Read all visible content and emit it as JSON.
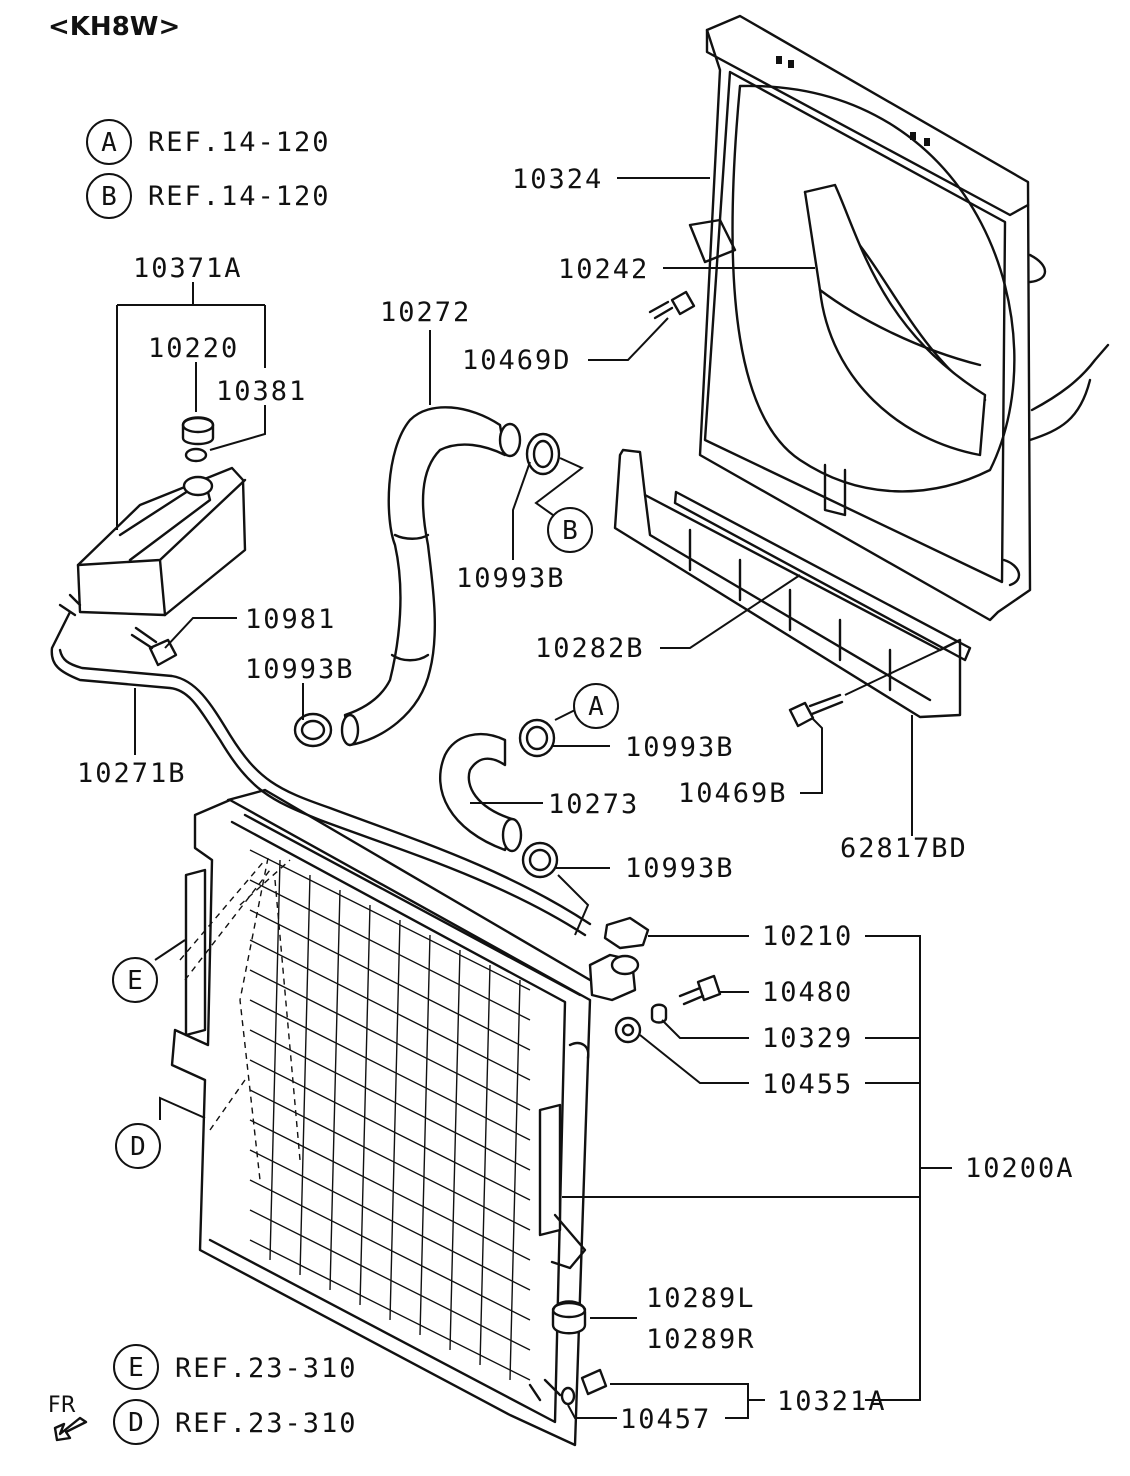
{
  "title": "<KH8W>",
  "direction_label": "FR",
  "references": [
    {
      "letter": "A",
      "text": "REF.14-120"
    },
    {
      "letter": "B",
      "text": "REF.14-120"
    },
    {
      "letter": "E",
      "text": "REF.23-310"
    },
    {
      "letter": "D",
      "text": "REF.23-310"
    }
  ],
  "part_labels": {
    "p10324": "10324",
    "p10242": "10242",
    "p10469D": "10469D",
    "p10371A": "10371A",
    "p10220": "10220",
    "p10381": "10381",
    "p10272": "10272",
    "p10993B_top": "10993B",
    "p10981": "10981",
    "p10993B_left": "10993B",
    "p10271B": "10271B",
    "p10282B": "10282B",
    "p10993B_a": "10993B",
    "p10273": "10273",
    "p10469B": "10469B",
    "p62817BD": "62817BD",
    "p10993B_b": "10993B",
    "p10210": "10210",
    "p10480": "10480",
    "p10329": "10329",
    "p10455": "10455",
    "p10200A": "10200A",
    "p10289L": "10289L",
    "p10289R": "10289R",
    "p10321A": "10321A",
    "p10457": "10457"
  },
  "callouts": {
    "a": "A",
    "b": "B",
    "d": "D",
    "e": "E"
  }
}
